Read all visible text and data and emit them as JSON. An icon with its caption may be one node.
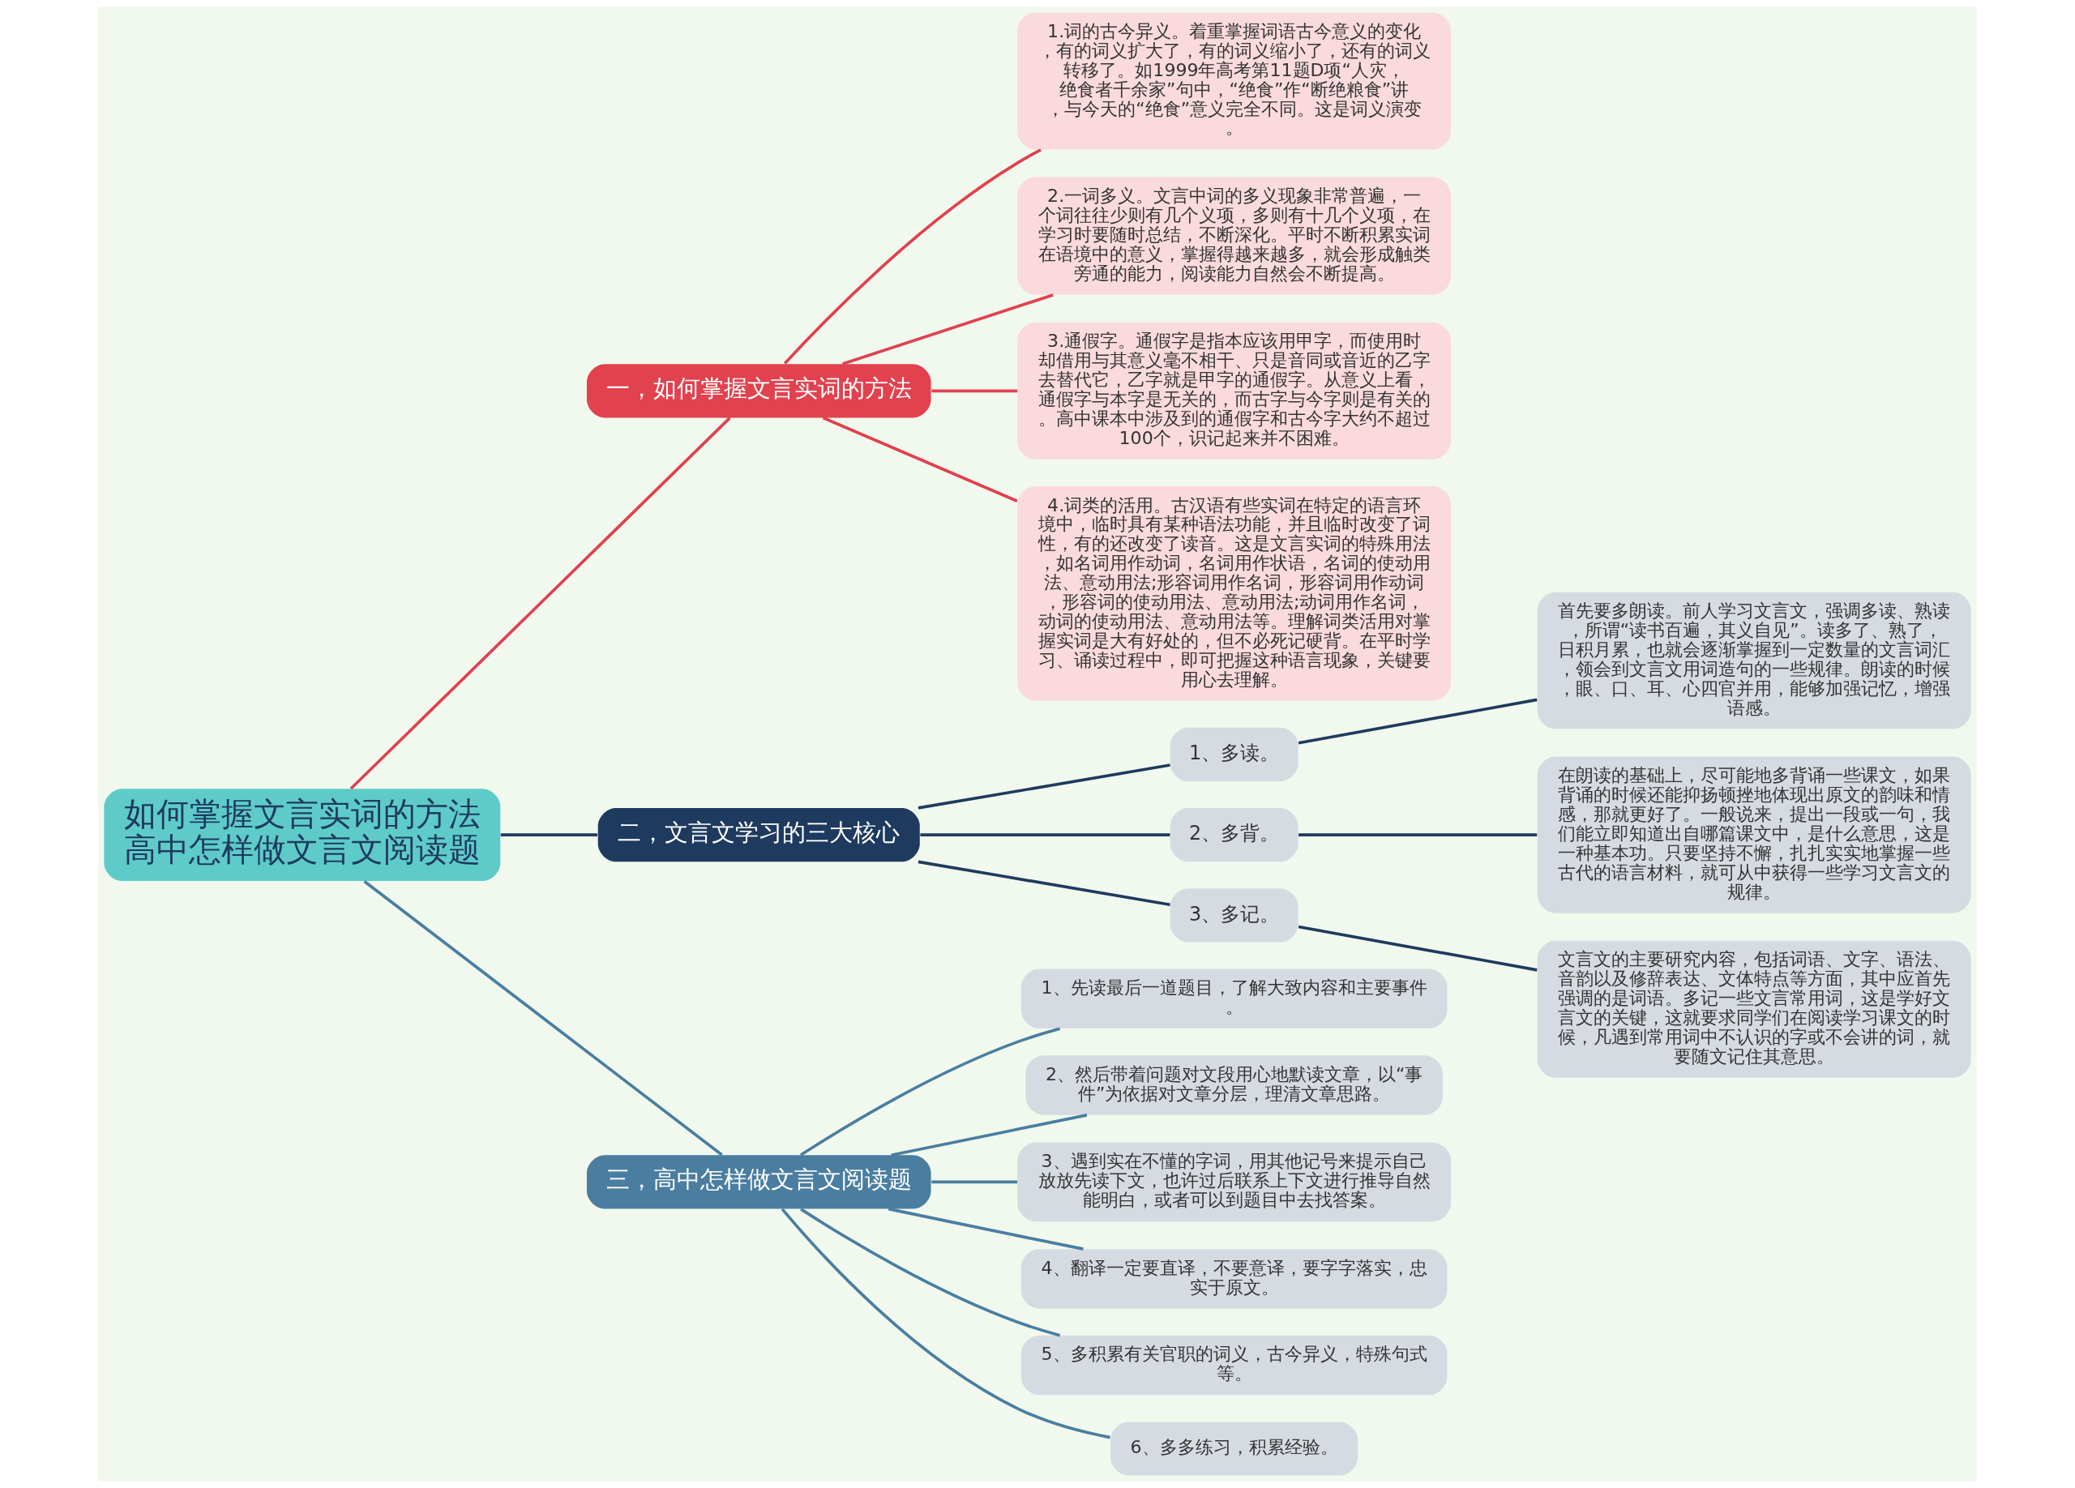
{
  "diagram": {
    "nodes": [
      {
        "text": [
          "如何掌握文言实词的方法",
          "高中怎样做文言文阅读题"
        ]
      },
      {
        "text": [
          "一，如何掌握文言实词的方法"
        ]
      },
      {
        "text": [
          "1.词的古今异义。着重掌握词语古今意义的变化，有的词义扩大了，有的词义缩小了，还有的词义转移了。如1999年高考第11题D项“人灾，绝食者千余家”句中，“绝食”作“断绝粮食”讲，与今天的“绝食”意义完全不同。这是词义演变。"
        ]
      },
      {
        "text": [
          "2.一词多义。文言中词的多义现象非常普遍，一个词往往少则有几个义项，多则有十几个义项，在学习时要随时总结，不断深化。平时不断积累实词在语境中的意义，掌握得越来越多，就会形成触类旁通的能力，阅读能力自然会不断提高。"
        ]
      },
      {
        "text": [
          "3.通假字。通假字是指本应该用甲字，而使用时却借用与其意义毫不相干、只是音同或音近的乙字去替代它，乙字就是甲字的通假字。从意义上看，通假字与本字是无关的，而古字与今字则是有关的。高中课本中涉及到的通假字和古今字大约不超过100个，识记起来并不困难。"
        ]
      },
      {
        "text": [
          "4.词类的活用。古汉语有些实词在特定的语言环境中，临时具有某种语法功能，并且临时改变了词性，有的还改变了读音。这是文言实词的特殊用法，如名词用作动词，名词用作状语，名词的使动用法、意动用法;形容词用作名词，形容词用作动词，形容词的使动用法、意动用法;动词用作名词，动词的使动用法、意动用法等。理解词类活用对掌握实词是大有好处的，但不必死记硬背。在平时学习、诵读过程中，即可把握这种语言现象，关键要用心去理解。"
        ]
      },
      {
        "text": [
          "二，文言文学习的三大核心"
        ]
      },
      {
        "text": [
          "1、多读。"
        ]
      },
      {
        "text": [
          "首先要多朗读。前人学习文言文，强调多读、熟读，所谓“读书百遍，其义自见”。读多了、熟了，日积月累，也就会逐渐掌握到一定数量的文言词汇，领会到文言文用词造句的一些规律。朗读的时候，眼、口、耳、心四官并用，能够加强记忆，增强语感。"
        ]
      },
      {
        "text": [
          "2、多背。"
        ]
      },
      {
        "text": [
          "在朗读的基础上，尽可能地多背诵一些课文，如果背诵的时候还能抑扬顿挫地体现出原文的韵味和情感，那就更好了。一般说来，提出一段或一句，我们能立即知道出自哪篇课文中，是什么意思，这是一种基本功。只要坚持不懈，扎扎实实地掌握一些古代的语言材料，就可从中获得一些学习文言文的规律。"
        ]
      },
      {
        "text": [
          "3、多记。"
        ]
      },
      {
        "text": [
          "文言文的主要研究内容，包括词语、文字、语法、音韵以及修辞表达、文体特点等方面，其中应首先强调的是词语。多记一些文言常用词，这是学好文言文的关键，这就要求同学们在阅读学习课文的时候，凡遇到常用词中不认识的字或不会讲的词，就要随文记住其意思。"
        ]
      },
      {
        "text": [
          "三，高中怎样做文言文阅读题"
        ]
      },
      {
        "text": [
          "1、先读最后一道题目，了解大致内容和主要事件。"
        ]
      },
      {
        "text": [
          "2、然后带着问题对文段用心地默读文章，以“事件”为依据对文章分层，理清文章思路。"
        ]
      },
      {
        "text": [
          "3、遇到实在不懂的字词，用其他记号来提示自己放放先读下文，也许过后联系上下文进行推导自然能明白，或者可以到题目中去找答案。"
        ]
      },
      {
        "text": [
          "4、翻译一定要直译，不要意译，要字字落实，忠实于原文。"
        ]
      },
      {
        "text": [
          "5、多积累有关官职的词义，古今异义，特殊句式等。"
        ]
      },
      {
        "text": [
          "6、多多练习，积累经验。"
        ]
      }
    ],
    "edges": [
      {
        "from": 0,
        "to": 1,
        "arrow": "none",
        "color": "#e0414e"
      },
      {
        "from": 1,
        "to": 2,
        "arrow": "none",
        "color": "#e0414e"
      },
      {
        "from": 1,
        "to": 3,
        "arrow": "none",
        "color": "#e0414e"
      },
      {
        "from": 1,
        "to": 4,
        "arrow": "none",
        "color": "#e0414e"
      },
      {
        "from": 1,
        "to": 5,
        "arrow": "none",
        "color": "#e0414e"
      },
      {
        "from": 0,
        "to": 6,
        "arrow": "none",
        "color": "#1e3a5f"
      },
      {
        "from": 6,
        "to": 7,
        "arrow": "none",
        "color": "#1e3a5f"
      },
      {
        "from": 7,
        "to": 8,
        "arrow": "none",
        "color": "#1e3a5f"
      },
      {
        "from": 6,
        "to": 9,
        "arrow": "none",
        "color": "#1e3a5f"
      },
      {
        "from": 9,
        "to": 10,
        "arrow": "none",
        "color": "#1e3a5f"
      },
      {
        "from": 6,
        "to": 11,
        "arrow": "none",
        "color": "#1e3a5f"
      },
      {
        "from": 11,
        "to": 12,
        "arrow": "none",
        "color": "#1e3a5f"
      },
      {
        "from": 0,
        "to": 13,
        "arrow": "none",
        "color": "#4a7ea0"
      },
      {
        "from": 13,
        "to": 14,
        "arrow": "none",
        "color": "#4a7ea0"
      },
      {
        "from": 13,
        "to": 15,
        "arrow": "none",
        "color": "#4a7ea0"
      },
      {
        "from": 13,
        "to": 16,
        "arrow": "none",
        "color": "#4a7ea0"
      },
      {
        "from": 13,
        "to": 17,
        "arrow": "none",
        "color": "#4a7ea0"
      },
      {
        "from": 13,
        "to": 18,
        "arrow": "none",
        "color": "#4a7ea0"
      },
      {
        "from": 13,
        "to": 19,
        "arrow": "none",
        "color": "#4a7ea0"
      }
    ]
  }
}
